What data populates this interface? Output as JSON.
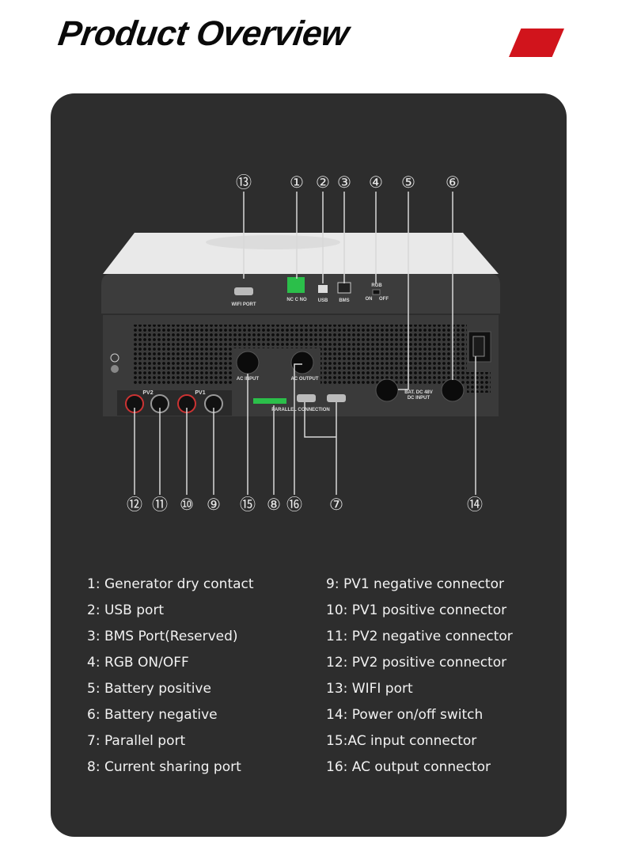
{
  "header": {
    "title": "Product Overview",
    "accent_color": "#d1141c"
  },
  "device_labels": {
    "wifi_port": "WIFI PORT",
    "dry_contact": "NC C NO",
    "usb": "USB",
    "bms": "BMS",
    "rgb": "RGB",
    "rgb_on": "ON",
    "rgb_off": "OFF",
    "ac_input": "AC INPUT",
    "ac_output": "AC OUTPUT",
    "bat_input_1": "BAT. DC 48V",
    "bat_input_2": "DC INPUT",
    "pv1": "PV1",
    "pv2": "PV2",
    "parallel": "PARALLEL CONNECTION"
  },
  "callouts": {
    "n1": "①",
    "n2": "②",
    "n3": "③",
    "n4": "④",
    "n5": "⑤",
    "n6": "⑥",
    "n7": "⑦",
    "n8": "⑧",
    "n9": "⑨",
    "n10": "⑩",
    "n11": "⑪",
    "n12": "⑫",
    "n13": "⑬",
    "n14": "⑭",
    "n15": "⑮",
    "n16": "⑯"
  },
  "legend": {
    "left": [
      "1: Generator dry contact",
      "2: USB port",
      "3: BMS Port(Reserved)",
      "4: RGB ON/OFF",
      "5: Battery positive",
      "6: Battery negative",
      "7: Parallel port",
      "8: Current sharing port"
    ],
    "right": [
      "9: PV1 negative connector",
      "10: PV1 positive connector",
      "11: PV2 negative connector",
      "12: PV2 positive connector",
      "13: WIFI port",
      "14: Power on/off switch",
      "15:AC input connector",
      "16: AC output connector"
    ]
  }
}
